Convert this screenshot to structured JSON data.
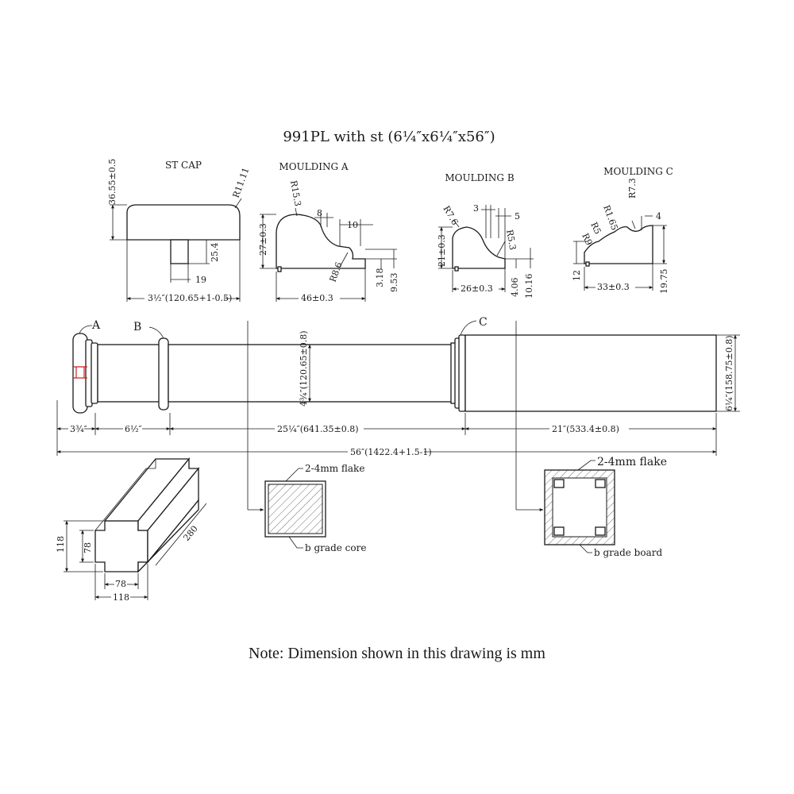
{
  "title": "991PL with st (6¼″x6¼″x56″)",
  "views": {
    "st_cap": {
      "label": "ST CAP",
      "height_dim": "36.55±0.5",
      "radius": "R11.11",
      "pin_height": "25.4",
      "pin_width": "19",
      "width_dim": "3½″(120.65+1-0.5)"
    },
    "moulding_a": {
      "label": "MOULDING A",
      "radius_top": "R15.3",
      "radius_bottom": "R8.6",
      "dim_8": "8",
      "dim_10": "10",
      "height_dim": "27±0.3",
      "width_dim": "46±0.3",
      "dim_318": "3.18",
      "dim_953": "9.53"
    },
    "moulding_b": {
      "label": "MOULDING B",
      "radius_top": "R7.6",
      "radius_right": "R5.3",
      "dim_3": "3",
      "dim_5": "5",
      "height_dim": "21±0.3",
      "width_dim": "26±0.3",
      "dim_406": "4.06",
      "dim_1016": "10.16"
    },
    "moulding_c": {
      "label": "MOULDING C",
      "r73": "R7.3",
      "r165": "R1.65",
      "r5": "R5",
      "r9": "R9",
      "dim_4": "4",
      "dim_12": "12",
      "width_dim": "33±0.3",
      "dim_1975": "19.75"
    },
    "column": {
      "label_a": "A",
      "label_b": "B",
      "label_c": "C",
      "dim_shaft_dia": "4¾″(120.65±0.8)",
      "dim_plinth": "6¼″(158.75±0.8)",
      "seg1": "3¾″",
      "seg2": "6½″",
      "seg3": "25¼″(641.35±0.8)",
      "seg4": "21″(533.4±0.8)",
      "overall": "56″(1422.4+1.5-1)"
    },
    "core_section": {
      "flake": "2-4mm flake",
      "core": "b grade core"
    },
    "board_section": {
      "flake": "2-4mm flake",
      "board": "b grade board"
    },
    "block": {
      "dim_118_v": "118",
      "dim_78_v": "78",
      "dim_280": "280",
      "dim_78_h": "78",
      "dim_118_h": "118"
    }
  },
  "note": "Note: Dimension shown in this drawing is mm"
}
